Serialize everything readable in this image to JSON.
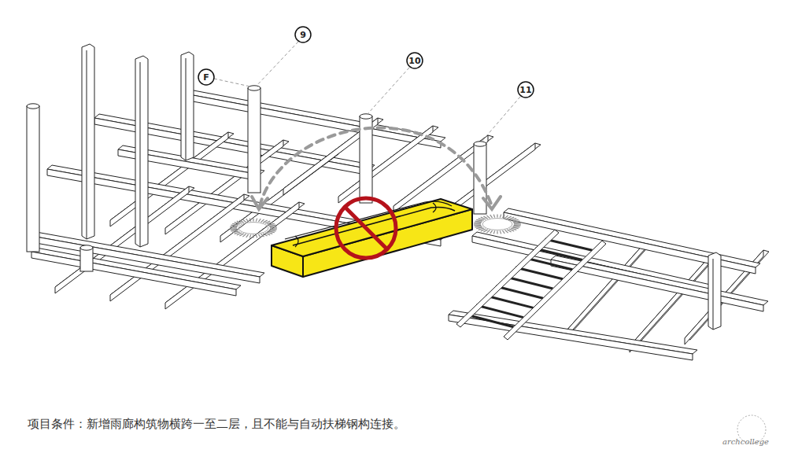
{
  "diagram": {
    "caption": "项目条件：新增雨廊构筑物横跨一至二层，且不能与自动扶梯钢构连接。",
    "labels": [
      "9",
      "10",
      "11",
      "F",
      "archcollege"
    ]
  }
}
